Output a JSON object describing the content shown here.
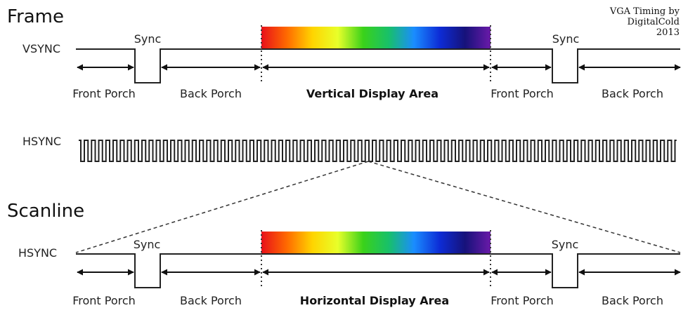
{
  "frame": {
    "title": "Frame",
    "signal": "VSYNC",
    "sync_label": "Sync",
    "segments": {
      "front_porch": "Front Porch",
      "back_porch": "Back Porch",
      "display_area": "Vertical Display Area"
    }
  },
  "hsync_train": {
    "signal": "HSYNC"
  },
  "scanline": {
    "title": "Scanline",
    "signal": "HSYNC",
    "sync_label": "Sync",
    "segments": {
      "front_porch": "Front Porch",
      "back_porch": "Back Porch",
      "display_area": "Horizontal Display Area"
    }
  },
  "credit": {
    "line1": "VGA Timing by",
    "line2": "DigitalCold",
    "line3": "2013"
  },
  "colors": {
    "spectrum": [
      "#e8101a",
      "#ff6a00",
      "#ffd400",
      "#e8ff2a",
      "#3ad21a",
      "#18c06a",
      "#1a8cff",
      "#0d2cd6",
      "#16127a",
      "#6a1aa8"
    ],
    "line": "#222222"
  }
}
